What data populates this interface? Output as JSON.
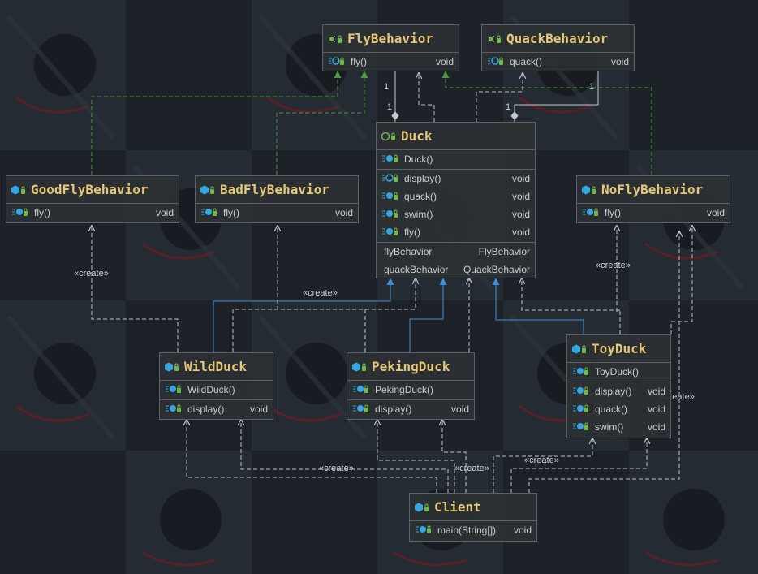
{
  "classes": {
    "fly": {
      "name": "FlyBehavior",
      "kind": "interface",
      "methods": [
        {
          "name": "fly()",
          "type": "void"
        }
      ]
    },
    "quack": {
      "name": "QuackBehavior",
      "kind": "interface",
      "methods": [
        {
          "name": "quack()",
          "type": "void"
        }
      ]
    },
    "duck": {
      "name": "Duck",
      "kind": "abstract",
      "constructors": [
        {
          "name": "Duck()"
        }
      ],
      "methods": [
        {
          "name": "display()",
          "type": "void"
        },
        {
          "name": "quack()",
          "type": "void"
        },
        {
          "name": "swim()",
          "type": "void"
        },
        {
          "name": "fly()",
          "type": "void"
        }
      ],
      "fields": [
        {
          "name": "flyBehavior",
          "type": "FlyBehavior"
        },
        {
          "name": "quackBehavior",
          "type": "QuackBehavior"
        }
      ]
    },
    "good": {
      "name": "GoodFlyBehavior",
      "kind": "class",
      "methods": [
        {
          "name": "fly()",
          "type": "void"
        }
      ]
    },
    "bad": {
      "name": "BadFlyBehavior",
      "kind": "class",
      "methods": [
        {
          "name": "fly()",
          "type": "void"
        }
      ]
    },
    "nofly": {
      "name": "NoFlyBehavior",
      "kind": "class",
      "methods": [
        {
          "name": "fly()",
          "type": "void"
        }
      ]
    },
    "wild": {
      "name": "WildDuck",
      "kind": "class",
      "constructors": [
        {
          "name": "WildDuck()"
        }
      ],
      "methods": [
        {
          "name": "display()",
          "type": "void"
        }
      ]
    },
    "peking": {
      "name": "PekingDuck",
      "kind": "class",
      "constructors": [
        {
          "name": "PekingDuck()"
        }
      ],
      "methods": [
        {
          "name": "display()",
          "type": "void"
        }
      ]
    },
    "toy": {
      "name": "ToyDuck",
      "kind": "class",
      "constructors": [
        {
          "name": "ToyDuck()"
        }
      ],
      "methods": [
        {
          "name": "display()",
          "type": "void"
        },
        {
          "name": "quack()",
          "type": "void"
        },
        {
          "name": "swim()",
          "type": "void"
        }
      ]
    },
    "client": {
      "name": "Client",
      "kind": "class",
      "methods": [
        {
          "name": "main(String[])",
          "type": "void"
        }
      ]
    }
  },
  "labels": {
    "create": "«create»",
    "mult_one": "1"
  },
  "colors": {
    "realization": "#4f9a44",
    "inheritance": "#3f8fd6",
    "dependency": "#bfc3c8",
    "composition": "#c4c7cb",
    "class_name": "#e4c777",
    "interface_icon": "#6fb24e",
    "class_icon": "#35a6e0",
    "lock_icon": "#71b84a"
  }
}
